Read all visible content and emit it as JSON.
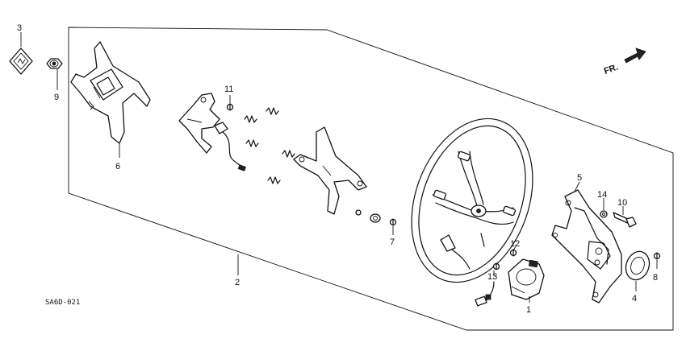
{
  "direction_label": "FR.",
  "diagram_code": "SA6D-021",
  "callouts": {
    "c1": "1",
    "c2": "2",
    "c3": "3",
    "c4": "4",
    "c5": "5",
    "c6": "6",
    "c7": "7",
    "c8": "8",
    "c9": "9",
    "c10": "10",
    "c11": "11",
    "c12": "12",
    "c13": "13",
    "c14": "14"
  }
}
